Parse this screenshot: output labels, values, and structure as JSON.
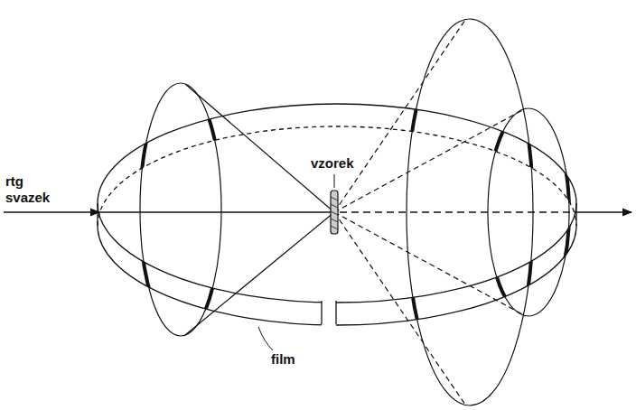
{
  "diagram": {
    "labels": [
      "rtg svazek",
      "vzorek",
      "film"
    ]
  }
}
